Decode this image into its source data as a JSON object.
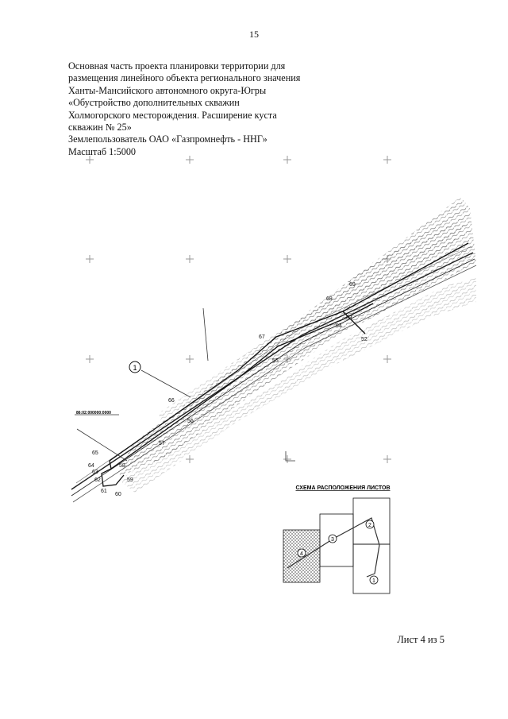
{
  "page": {
    "number": "15"
  },
  "title": {
    "lines": [
      "Основная часть проекта планировки территории для",
      "размещения линейного объекта регионального значения",
      "Ханты-Мансийского автономного округа-Югры",
      "«Обустройство дополнительных скважин",
      "Холмогорского месторождения. Расширение куста",
      "скважин № 25»",
      "Землепользователь ОАО «Газпромнефть - ННГ»",
      "Масштаб 1:5000"
    ]
  },
  "map": {
    "point_labels": [
      "69",
      "68",
      "67",
      "66",
      "65",
      "64",
      "63",
      "62",
      "61",
      "60",
      "59",
      "58",
      "57",
      "56",
      "55",
      "54",
      "53",
      "52"
    ],
    "callout_number": "1",
    "parcel_code": "86:02:000000:0000"
  },
  "scheme": {
    "title": "СХЕМА РАСПОЛОЖЕНИЯ ЛИСТОВ",
    "sheets": [
      "1",
      "2",
      "3",
      "4"
    ]
  },
  "sheet": {
    "label": "Лист 4 из 5"
  }
}
